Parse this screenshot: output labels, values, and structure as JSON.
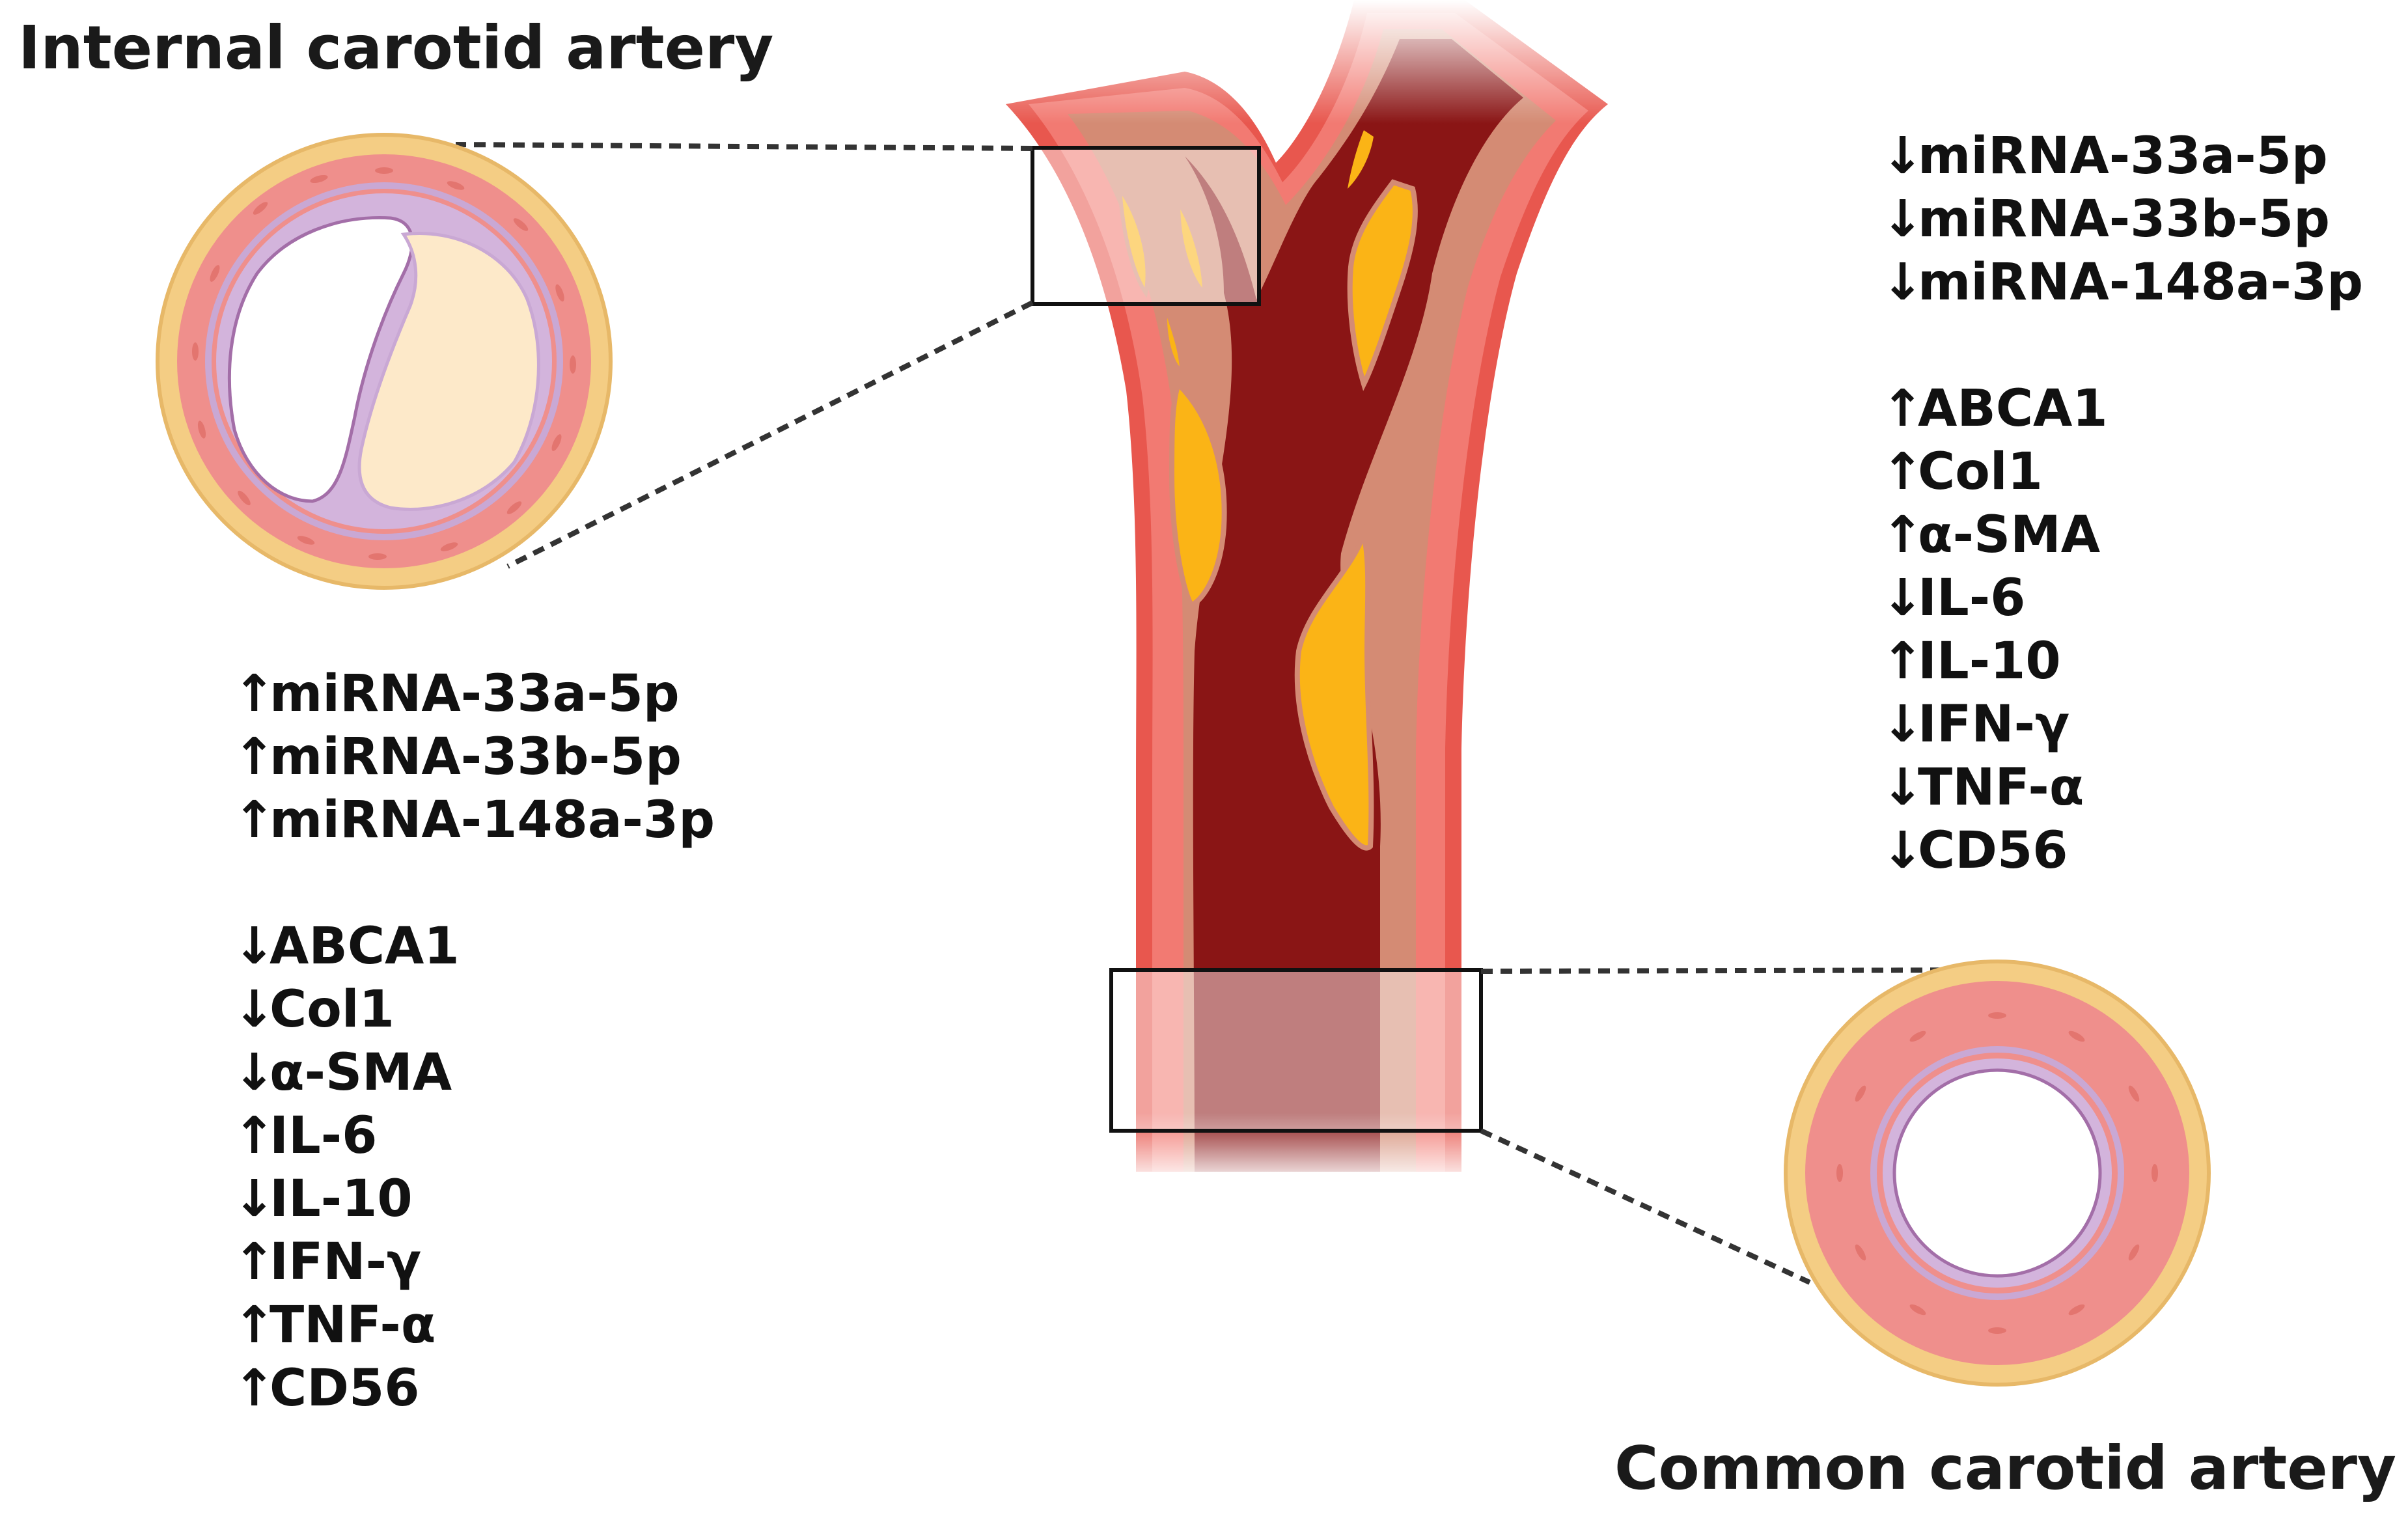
{
  "labels": {
    "internal": "Internal carotid artery",
    "common": "Common carotid artery"
  },
  "internal_markers": [
    {
      "arrow": "↑",
      "name": "miRNA-33a-5p"
    },
    {
      "arrow": "↑",
      "name": "miRNA-33b-5p"
    },
    {
      "arrow": "↑",
      "name": "miRNA-148a-3p"
    },
    {
      "arrow": "↓",
      "name": "ABCA1"
    },
    {
      "arrow": "↓",
      "name": "Col1"
    },
    {
      "arrow": "↓",
      "name": "α-SMA"
    },
    {
      "arrow": "↑",
      "name": "IL-6"
    },
    {
      "arrow": "↓",
      "name": "IL-10"
    },
    {
      "arrow": "↑",
      "name": "IFN-γ"
    },
    {
      "arrow": "↑",
      "name": "TNF-α"
    },
    {
      "arrow": "↑",
      "name": "CD56"
    }
  ],
  "common_markers": [
    {
      "arrow": "↓",
      "name": "miRNA-33a-5p"
    },
    {
      "arrow": "↓",
      "name": "miRNA-33b-5p"
    },
    {
      "arrow": "↓",
      "name": "miRNA-148a-3p"
    },
    {
      "arrow": "↑",
      "name": "ABCA1"
    },
    {
      "arrow": "↑",
      "name": "Col1"
    },
    {
      "arrow": "↑",
      "name": "α-SMA"
    },
    {
      "arrow": "↓",
      "name": "IL-6"
    },
    {
      "arrow": "↑",
      "name": "IL-10"
    },
    {
      "arrow": "↓",
      "name": "IFN-γ"
    },
    {
      "arrow": "↓",
      "name": "TNF-α"
    },
    {
      "arrow": "↓",
      "name": "CD56"
    }
  ],
  "colors": {
    "adventitia": "#f4cd84",
    "media": "#ef8f8c",
    "intima": "#d3b4dc",
    "lumen_blood": "#8a1515",
    "vessel_wall": "#e8574e",
    "plaque": "#fbb416",
    "fibrous_cap": "#d48b74",
    "lipid_core": "#fde9c9"
  }
}
